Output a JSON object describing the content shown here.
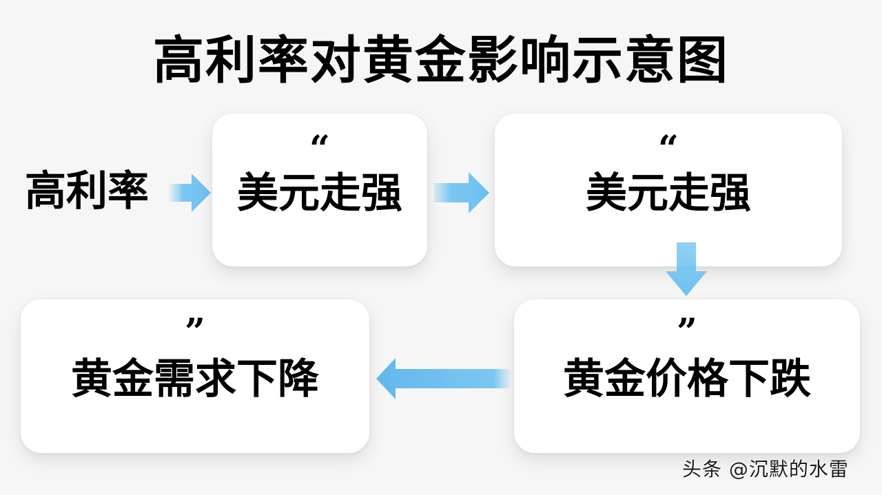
{
  "title": "高利率对黄金影响示意图",
  "lead_label": "高利率",
  "boxes": [
    {
      "id": "box-1",
      "quote": "“",
      "label": "美元走强"
    },
    {
      "id": "box-2",
      "quote": "“",
      "label": "美元走强"
    },
    {
      "id": "box-3",
      "quote": "”",
      "label": "黄金价格下跌"
    },
    {
      "id": "box-4",
      "quote": "”",
      "label": "黄金需求下降"
    }
  ],
  "arrows": [
    {
      "from": "高利率",
      "to": "box-1",
      "direction": "right"
    },
    {
      "from": "box-1",
      "to": "box-2",
      "direction": "right"
    },
    {
      "from": "box-2",
      "to": "box-3",
      "direction": "down"
    },
    {
      "from": "box-3",
      "to": "box-4",
      "direction": "left"
    }
  ],
  "colors": {
    "arrow": "#6ec1f0",
    "background": "#f6f6f7",
    "box": "#ffffff",
    "text": "#000000"
  },
  "watermark": "头条 @沉默的水雷"
}
